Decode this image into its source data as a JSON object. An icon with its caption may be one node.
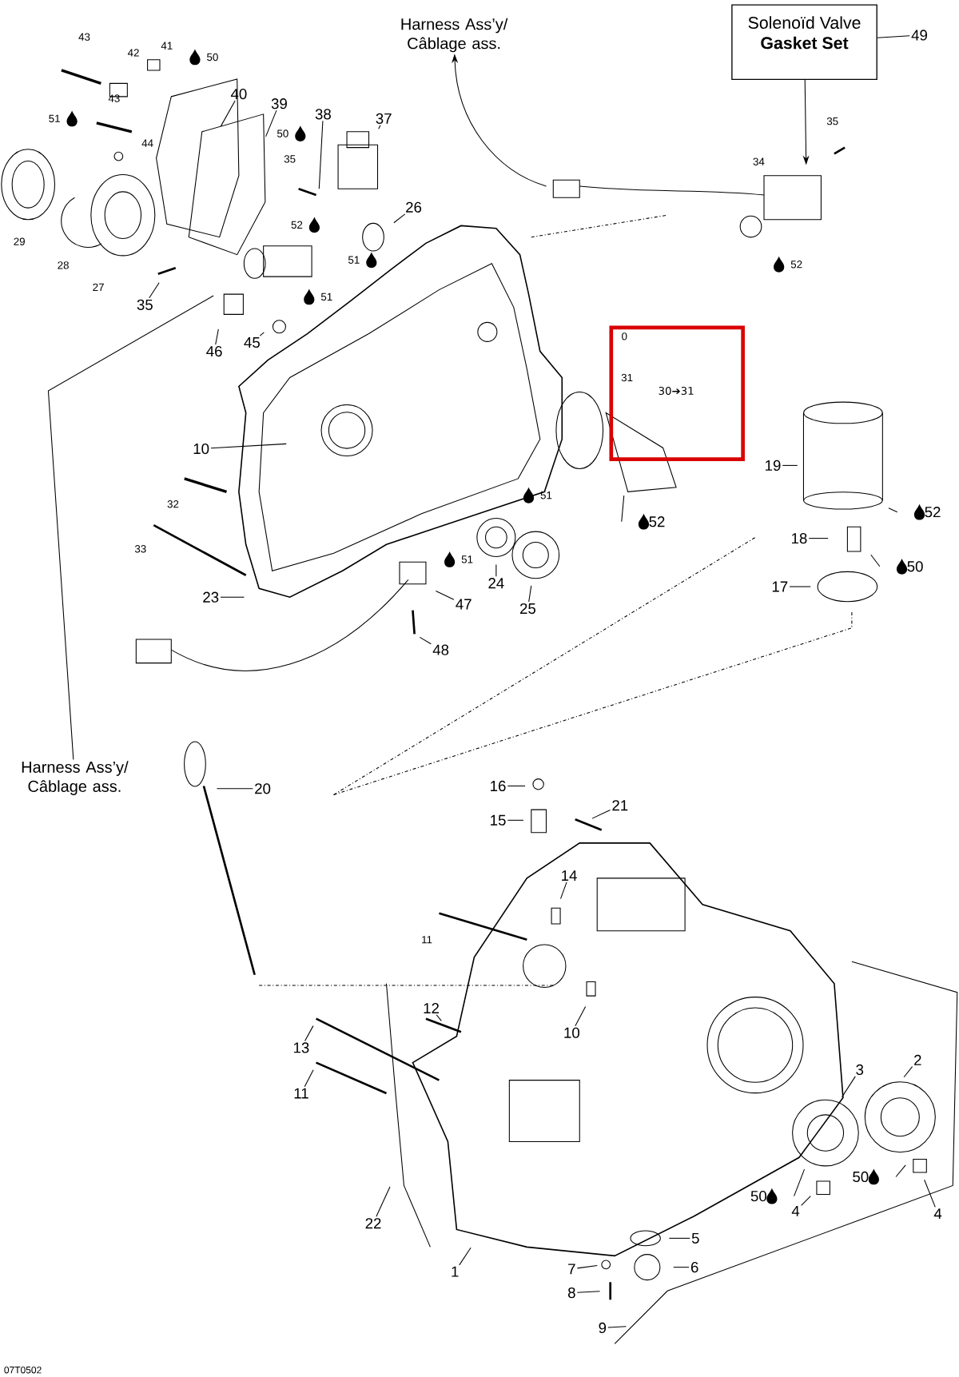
{
  "diagram": {
    "nodes": [
      {
        "text": [
          "Harness Ass’y/ Câblage ass."
        ]
      },
      {
        "text": [
          "Solenoïd Valve",
          "Gasket Set"
        ]
      },
      {
        "text": [
          "49"
        ]
      },
      {
        "text": [
          "40"
        ]
      },
      {
        "text": [
          "39"
        ]
      },
      {
        "text": [
          "38"
        ]
      },
      {
        "text": [
          "37"
        ]
      },
      {
        "text": [
          "35"
        ]
      },
      {
        "text": [
          "26"
        ]
      },
      {
        "text": [
          "46"
        ]
      },
      {
        "text": [
          "45"
        ]
      },
      {
        "text": [
          "10"
        ]
      },
      {
        "text": [
          "19"
        ]
      },
      {
        "text": [
          "52"
        ]
      },
      {
        "text": [
          "52"
        ]
      },
      {
        "text": [
          "18"
        ]
      },
      {
        "text": [
          "50"
        ]
      },
      {
        "text": [
          "24"
        ]
      },
      {
        "text": [
          "17"
        ]
      },
      {
        "text": [
          "23"
        ]
      },
      {
        "text": [
          "47"
        ]
      },
      {
        "text": [
          "25"
        ]
      },
      {
        "text": [
          "48"
        ]
      },
      {
        "text": [
          "Harness Ass’y/ Câblage ass."
        ]
      },
      {
        "text": [
          "20"
        ]
      },
      {
        "text": [
          "16"
        ]
      },
      {
        "text": [
          "21"
        ]
      },
      {
        "text": [
          "15"
        ]
      },
      {
        "text": [
          "14"
        ]
      },
      {
        "text": [
          "12"
        ]
      },
      {
        "text": [
          "10"
        ]
      },
      {
        "text": [
          "13"
        ]
      },
      {
        "text": [
          "2"
        ]
      },
      {
        "text": [
          "3"
        ]
      },
      {
        "text": [
          "11"
        ]
      },
      {
        "text": [
          "50"
        ]
      },
      {
        "text": [
          "50"
        ]
      },
      {
        "text": [
          "4"
        ]
      },
      {
        "text": [
          "4"
        ]
      },
      {
        "text": [
          "22"
        ]
      },
      {
        "text": [
          "5"
        ]
      },
      {
        "text": [
          "6"
        ]
      },
      {
        "text": [
          "7"
        ]
      },
      {
        "text": [
          "1"
        ]
      },
      {
        "text": [
          "8"
        ]
      },
      {
        "text": [
          "9"
        ]
      }
    ],
    "edges": [
      {
        "from": null,
        "to": 0,
        "arrow": "to"
      },
      {
        "from": 2,
        "to": 1,
        "arrow": "none"
      },
      {
        "from": 1,
        "to": null,
        "arrow": "to"
      },
      {
        "from": 3,
        "to": null,
        "arrow": "none"
      },
      {
        "from": 4,
        "to": null,
        "arrow": "none"
      },
      {
        "from": 5,
        "to": null,
        "arrow": "none"
      },
      {
        "from": 6,
        "to": null,
        "arrow": "none"
      },
      {
        "from": 7,
        "to": null,
        "arrow": "none"
      },
      {
        "from": 8,
        "to": null,
        "arrow": "none"
      },
      {
        "from": 9,
        "to": null,
        "arrow": "none"
      },
      {
        "from": 10,
        "to": null,
        "arrow": "none"
      },
      {
        "from": 11,
        "to": null,
        "arrow": "none"
      },
      {
        "from": 12,
        "to": null,
        "arrow": "none"
      },
      {
        "from": 13,
        "to": null,
        "arrow": "none"
      },
      {
        "from": 14,
        "to": null,
        "arrow": "none"
      },
      {
        "from": 15,
        "to": null,
        "arrow": "none"
      },
      {
        "from": 16,
        "to": null,
        "arrow": "none"
      },
      {
        "from": 17,
        "to": null,
        "arrow": "none"
      },
      {
        "from": 18,
        "to": null,
        "arrow": "none"
      },
      {
        "from": 19,
        "to": null,
        "arrow": "none"
      },
      {
        "from": 20,
        "to": null,
        "arrow": "none"
      },
      {
        "from": 21,
        "to": null,
        "arrow": "none"
      },
      {
        "from": 22,
        "to": null,
        "arrow": "none"
      },
      {
        "from": 23,
        "to": null,
        "arrow": "none"
      },
      {
        "from": 24,
        "to": null,
        "arrow": "none"
      },
      {
        "from": 25,
        "to": null,
        "arrow": "none"
      },
      {
        "from": 26,
        "to": null,
        "arrow": "none"
      },
      {
        "from": 27,
        "to": null,
        "arrow": "none"
      },
      {
        "from": 28,
        "to": null,
        "arrow": "none"
      },
      {
        "from": 29,
        "to": null,
        "arrow": "none"
      },
      {
        "from": 30,
        "to": null,
        "arrow": "none"
      },
      {
        "from": 31,
        "to": null,
        "arrow": "none"
      },
      {
        "from": 32,
        "to": null,
        "arrow": "none"
      },
      {
        "from": 33,
        "to": null,
        "arrow": "none"
      },
      {
        "from": 34,
        "to": null,
        "arrow": "none"
      },
      {
        "from": 35,
        "to": null,
        "arrow": "none"
      },
      {
        "from": 36,
        "to": null,
        "arrow": "none"
      },
      {
        "from": 37,
        "to": null,
        "arrow": "none"
      },
      {
        "from": 38,
        "to": null,
        "arrow": "none"
      },
      {
        "from": 39,
        "to": null,
        "arrow": "none"
      },
      {
        "from": 40,
        "to": null,
        "arrow": "none"
      },
      {
        "from": 41,
        "to": null,
        "arrow": "none"
      },
      {
        "from": 42,
        "to": null,
        "arrow": "none"
      },
      {
        "from": 43,
        "to": null,
        "arrow": "none"
      },
      {
        "from": 44,
        "to": null,
        "arrow": "none"
      },
      {
        "from": 45,
        "to": null,
        "arrow": "none"
      }
    ],
    "labels": [
      "43",
      "41",
      "50",
      "42",
      "51",
      "43",
      "50",
      "44",
      "35",
      "34",
      "35",
      "52",
      "29",
      "51",
      "28",
      "52",
      "27",
      "51",
      "0",
      "31",
      "30➔31",
      "51",
      "32",
      "33",
      "51",
      "11",
      "07T0502"
    ]
  }
}
